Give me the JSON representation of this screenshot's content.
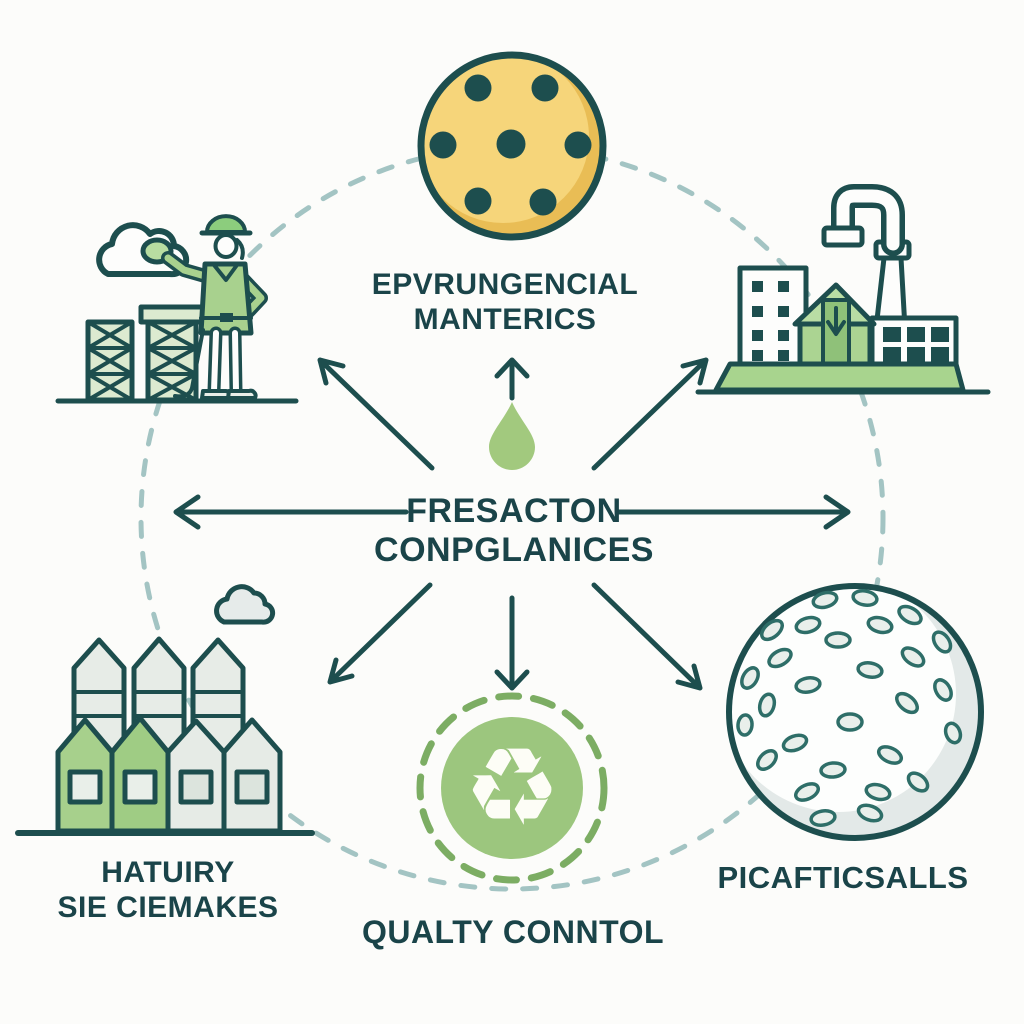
{
  "colors": {
    "outline_teal": "#1d4e4e",
    "text_teal": "#1a4449",
    "green_mid": "#9cc67e",
    "green_light": "#b9dda4",
    "yellow_ball": "#f6d57a",
    "yellow_shade": "#e9bd55",
    "dashed_circle": "#a3c4c3",
    "recycle_ring": "#7cad63",
    "golfball_shadow": "#e3e9e8",
    "background": "#fcfcfa"
  },
  "center": {
    "line1": "FRESACTON",
    "line2": "CONPGLANICES"
  },
  "nodes": {
    "top": {
      "label_line1": "EPVRUNGENCIAL",
      "label_line2": "MANTERICS",
      "icon": "pickleball-icon"
    },
    "top_left": {
      "icon": "worker-inspector-icon"
    },
    "top_right": {
      "icon": "factory-icon"
    },
    "bottom_left": {
      "label_line1": "HATUIRY",
      "label_line2": "SIE CIEMAKES",
      "icon": "silos-icon"
    },
    "bottom_center": {
      "label_line1": "QUALTY CONNTOL",
      "icon": "recycling-icon"
    },
    "bottom_right": {
      "label_line1": "PICAFTICSALLS",
      "icon": "golf-ball-icon"
    }
  },
  "glyphs": {
    "recycle": "♻"
  },
  "icons": [
    "pickleball-icon",
    "worker-inspector-icon",
    "factory-icon",
    "silos-icon",
    "recycling-icon",
    "golf-ball-icon",
    "water-drop-icon",
    "cloud-icon",
    "arrow-icons"
  ]
}
